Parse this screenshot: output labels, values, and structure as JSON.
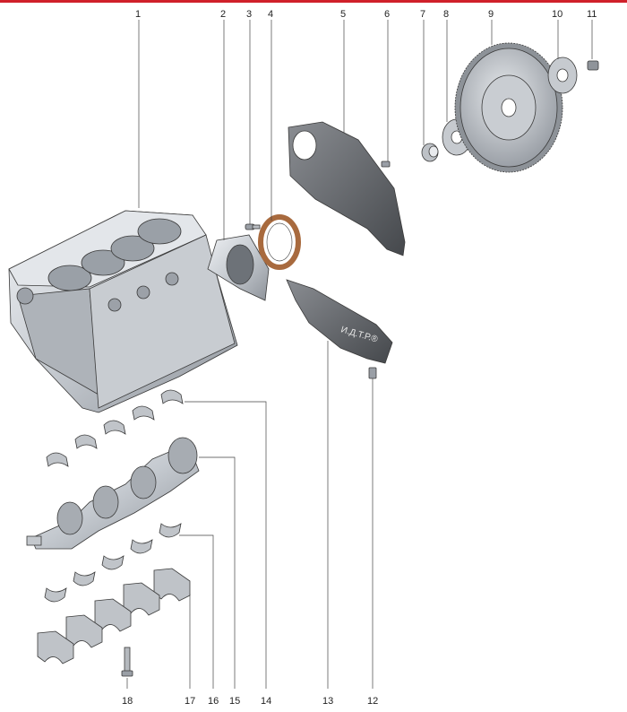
{
  "callouts": [
    "1",
    "2",
    "3",
    "4",
    "5",
    "6",
    "7",
    "8",
    "9",
    "10",
    "11",
    "12",
    "13",
    "14",
    "15",
    "16",
    "17",
    "18"
  ],
  "watermark": "И.Д.Т.Р.®",
  "colors": {
    "accent_line": "#d0202a",
    "metal_light": "#d9dde2",
    "metal_mid": "#b7bcc3",
    "metal_dark": "#7c8189",
    "gasket": "#5b5e63",
    "seal": "#c98f62"
  }
}
